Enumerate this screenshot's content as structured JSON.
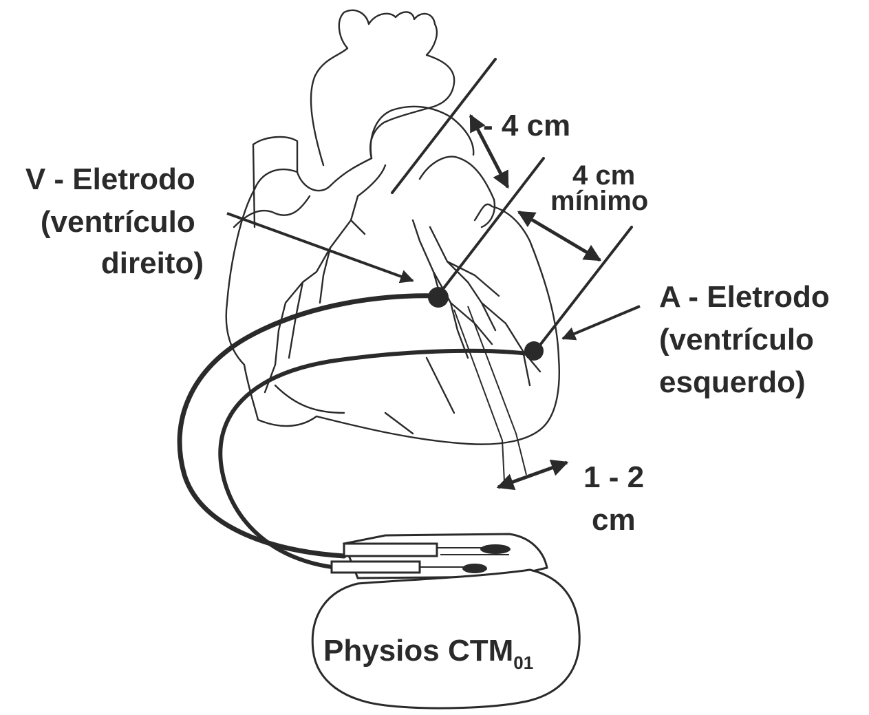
{
  "labels": {
    "v_electrode": [
      "V - Eletrodo",
      "(ventrículo",
      "direito)"
    ],
    "a_electrode": [
      "A - Eletrodo",
      "(ventrículo",
      "esquerdo)"
    ],
    "dist_top": "- 4 cm",
    "dist_min_value": "4 cm",
    "dist_min_word": "mínimo",
    "dist_small_1": "1 - 2",
    "dist_small_2": "cm",
    "device_name": "Physios CTM",
    "device_subscript": "01"
  },
  "colors": {
    "ink": "#2a2a2a",
    "background": "#ffffff"
  }
}
